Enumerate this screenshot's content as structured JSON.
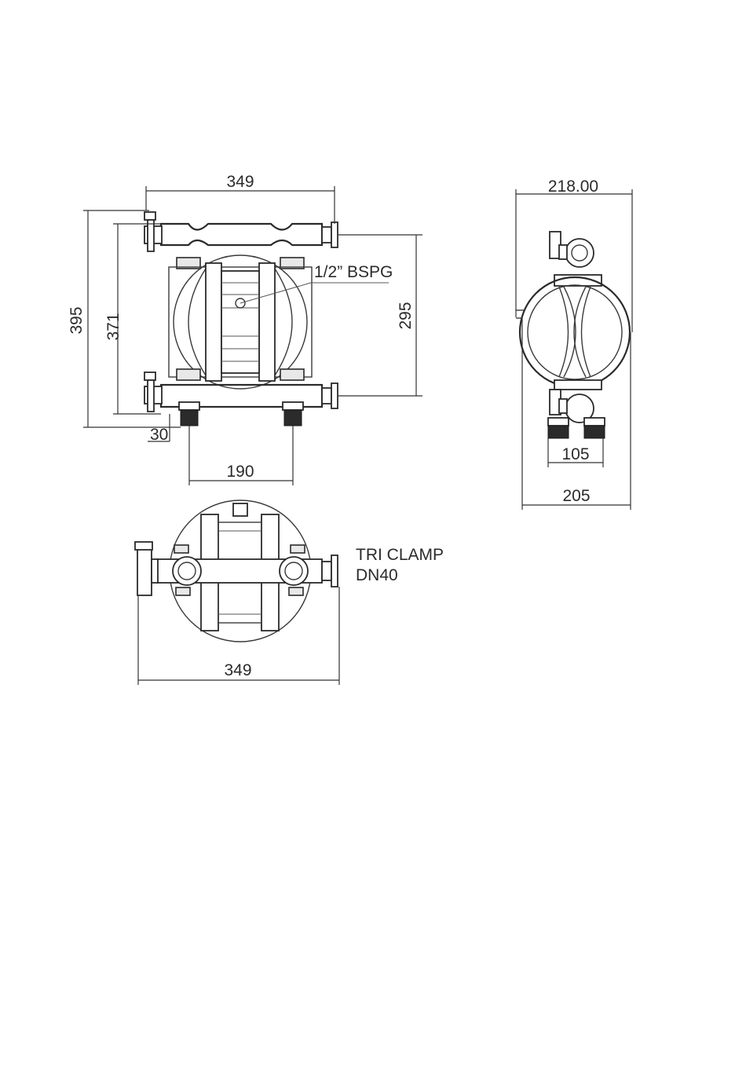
{
  "front_view": {
    "width_top": "349",
    "height_total": "395",
    "height_inner": "371",
    "height_ports": "295",
    "bottom_offset": "30",
    "foot_spacing": "190",
    "air_port_label": "1/2” BSPG"
  },
  "side_view": {
    "width_top": "218.00",
    "foot_width": "105",
    "width_bottom": "205"
  },
  "top_view": {
    "width": "349",
    "connection_label_line1": "TRI CLAMP",
    "connection_label_line2": "DN40"
  }
}
